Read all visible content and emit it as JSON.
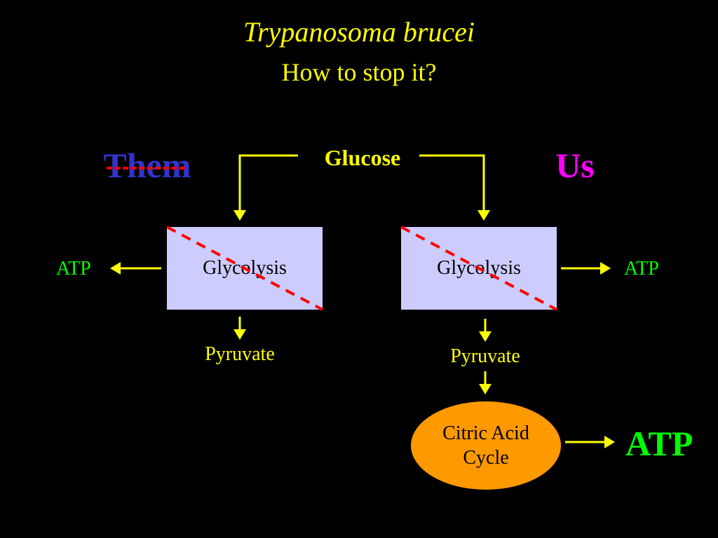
{
  "title": "Trypanosoma brucei",
  "subtitle": "How to stop it?",
  "glucose": "Glucose",
  "left": {
    "heading": "Them",
    "process": "Glycolysis",
    "product": "ATP",
    "intermediate": "Pyruvate"
  },
  "right": {
    "heading": "Us",
    "process": "Glycolysis",
    "product": "ATP",
    "intermediate": "Pyruvate",
    "cycle_line1": "Citric Acid",
    "cycle_line2": "Cycle",
    "cycle_product": "ATP"
  },
  "colors": {
    "background": "#000000",
    "text": "#FFFF00",
    "them": "#3333CC",
    "us": "#FF00FF",
    "atp": "#00FF00",
    "box_fill": "#CCCCFF",
    "cycle_fill": "#FF9900",
    "strike": "#FF0000"
  }
}
